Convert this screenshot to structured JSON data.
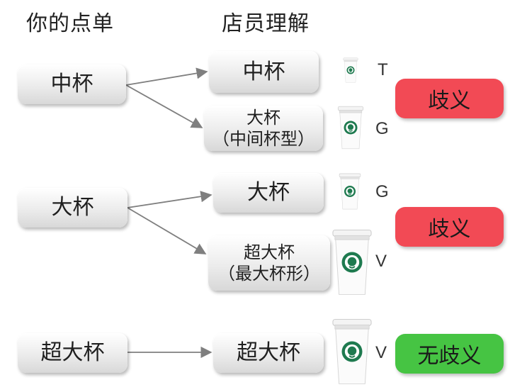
{
  "headers": {
    "order": "你的点单",
    "staff": "店员理解"
  },
  "rows": [
    {
      "order": "中杯",
      "interpretations": [
        {
          "line1": "中杯",
          "line2": "",
          "size_code": "T",
          "cup": "tall"
        },
        {
          "line1": "大杯",
          "line2": "（中间杯型）",
          "size_code": "G",
          "cup": "grande"
        }
      ],
      "verdict": "歧义"
    },
    {
      "order": "大杯",
      "interpretations": [
        {
          "line1": "大杯",
          "line2": "",
          "size_code": "G",
          "cup": "grande"
        },
        {
          "line1": "超大杯",
          "line2": "（最大杯形）",
          "size_code": "V",
          "cup": "venti"
        }
      ],
      "verdict": "歧义"
    },
    {
      "order": "超大杯",
      "interpretations": [
        {
          "line1": "超大杯",
          "line2": "",
          "size_code": "V",
          "cup": "venti"
        }
      ],
      "verdict": "无歧义"
    }
  ],
  "colors": {
    "ambiguous": "#f24a55",
    "unambiguous": "#46c443",
    "arrow": "#7f7f7f",
    "logo": "#1e7a4f"
  },
  "icons": [
    "coffee-cup-icon",
    "siren-logo-icon"
  ]
}
